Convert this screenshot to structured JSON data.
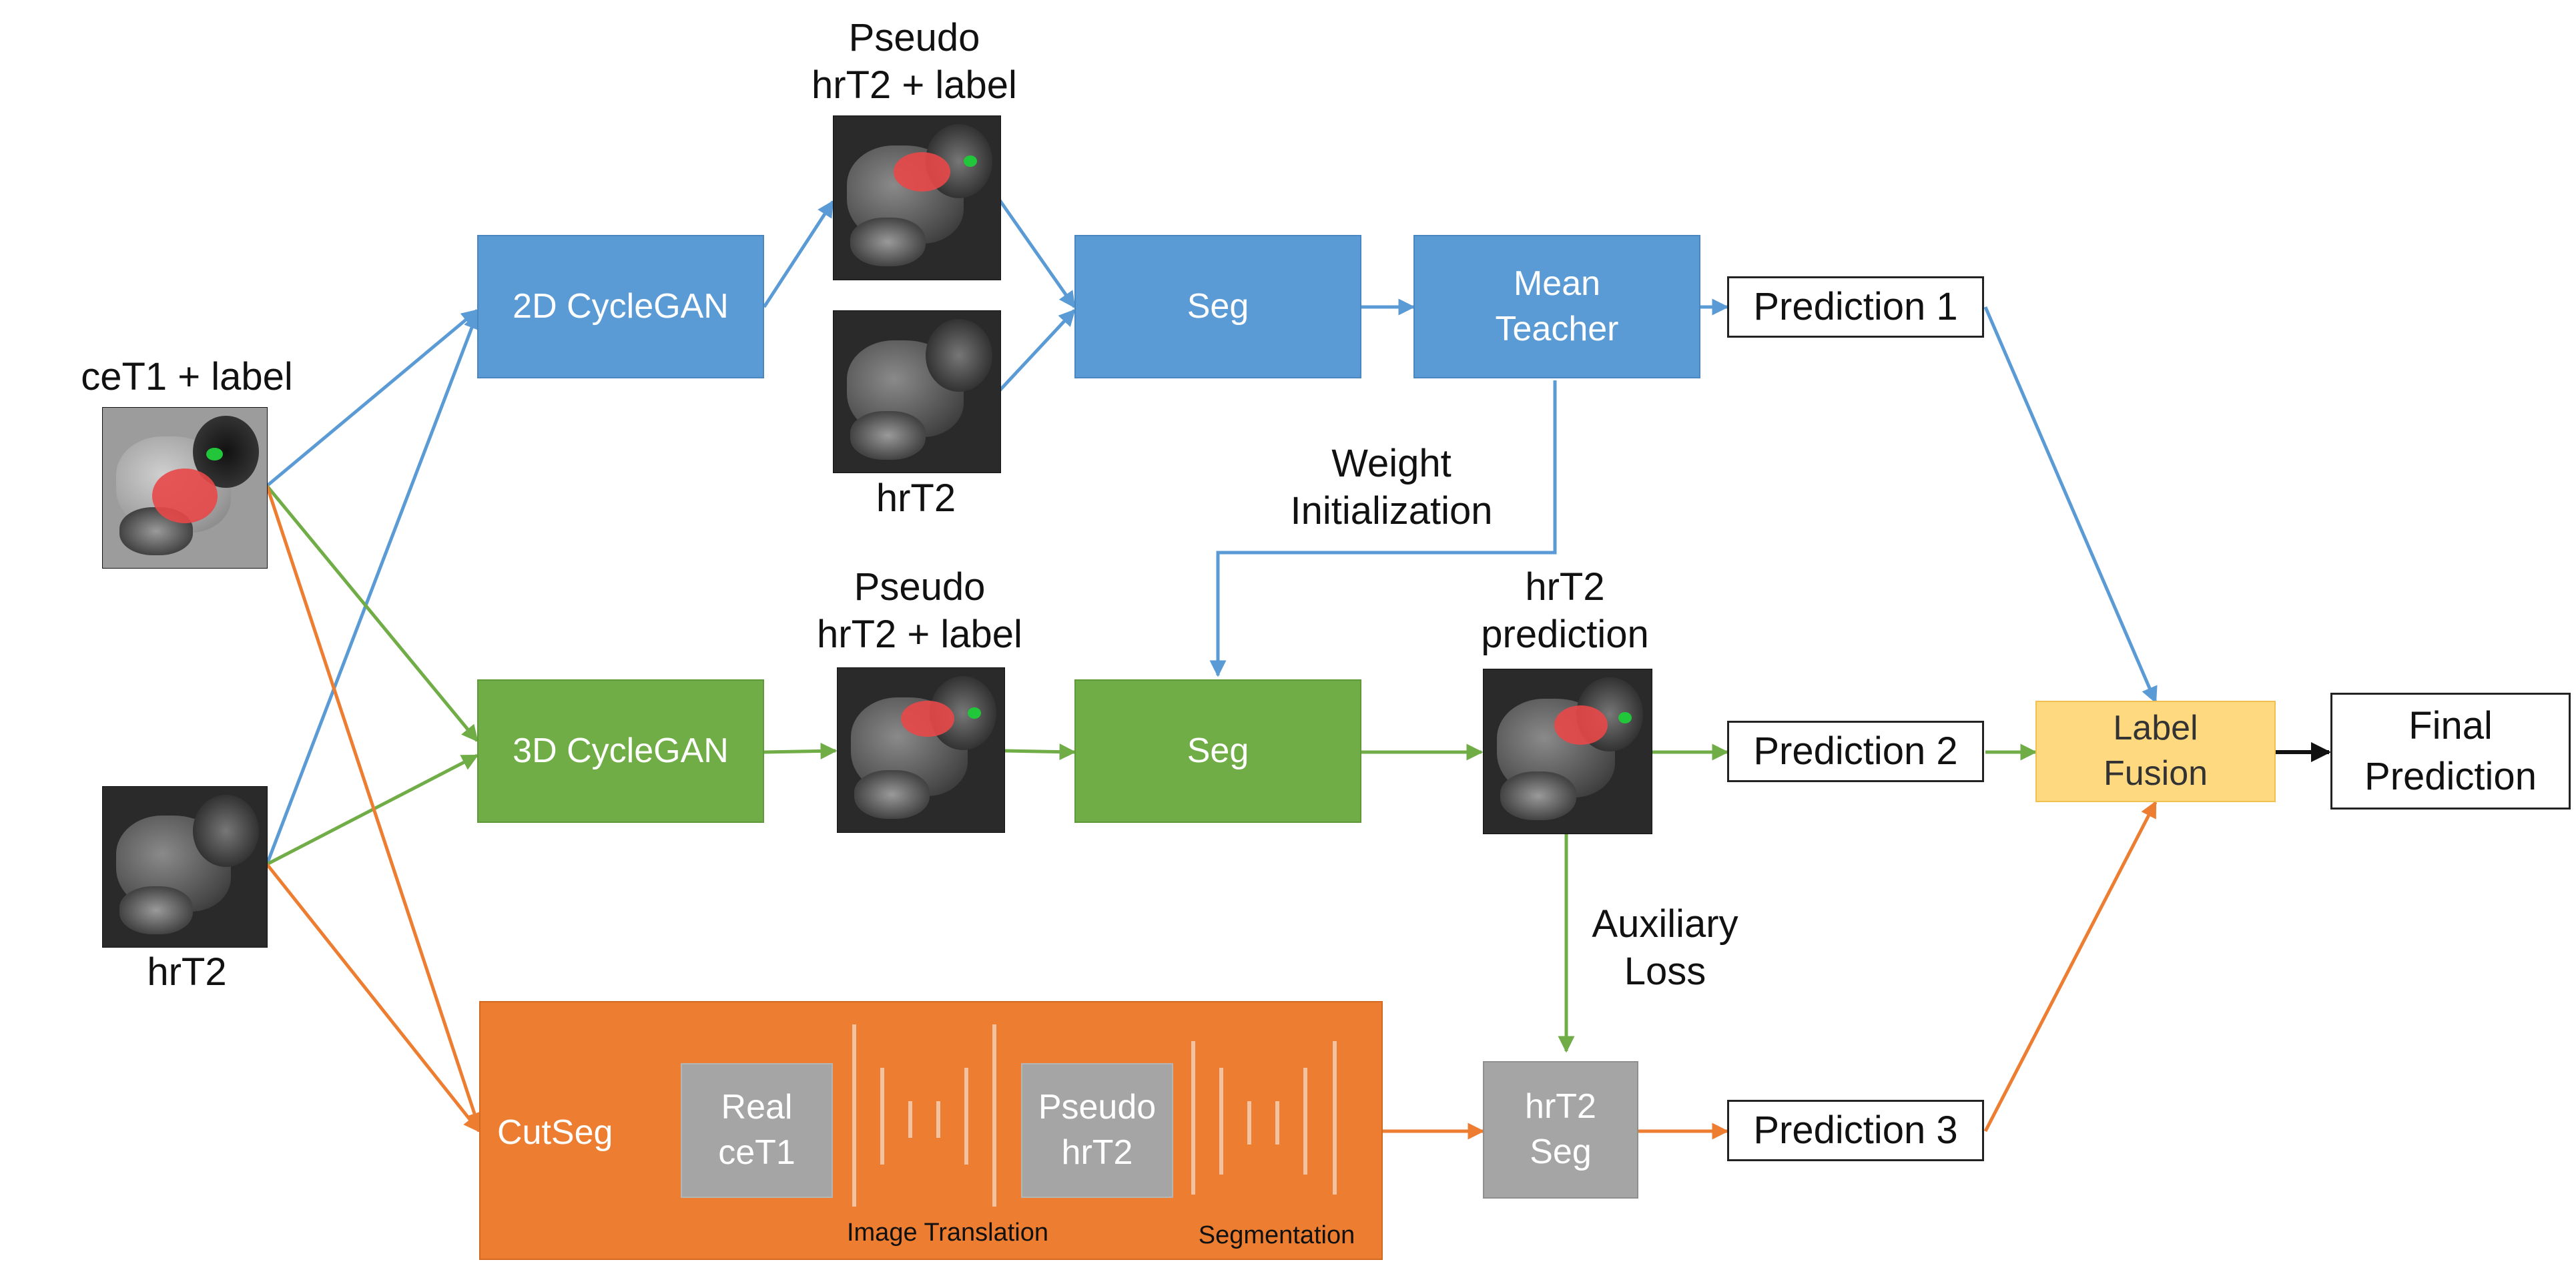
{
  "inputs": {
    "cet1_label": "ceT1 + label",
    "hrt2_label": "hrT2"
  },
  "branch_blue": {
    "cyclegan": "2D CycleGAN",
    "pseudo_caption_line1": "Pseudo",
    "pseudo_caption_line2": "hrT2 + label",
    "hrt2_caption": "hrT2",
    "seg": "Seg",
    "mean_teacher_line1": "Mean",
    "mean_teacher_line2": "Teacher",
    "prediction": "Prediction 1"
  },
  "weight_init": {
    "line1": "Weight",
    "line2": "Initialization"
  },
  "branch_green": {
    "cyclegan": "3D CycleGAN",
    "pseudo_caption_line1": "Pseudo",
    "pseudo_caption_line2": "hrT2 + label",
    "seg": "Seg",
    "pred_caption_line1": "hrT2",
    "pred_caption_line2": "prediction",
    "prediction": "Prediction 2"
  },
  "aux_loss": {
    "line1": "Auxiliary",
    "line2": "Loss"
  },
  "branch_orange": {
    "cutseg": "CutSeg",
    "real_line1": "Real",
    "real_line2": "ceT1",
    "pseudo_line1": "Pseudo",
    "pseudo_line2": "hrT2",
    "image_translation": "Image Translation",
    "segmentation": "Segmentation",
    "hrt2_seg_line1": "hrT2",
    "hrt2_seg_line2": "Seg",
    "prediction": "Prediction 3"
  },
  "fusion": {
    "line1": "Label",
    "line2": "Fusion"
  },
  "final": {
    "line1": "Final",
    "line2": "Prediction"
  },
  "colors": {
    "blue": "#5b9bd5",
    "green": "#70ad47",
    "orange": "#ed7d31",
    "gray": "#a5a5a5",
    "fusion": "#ffd980",
    "black": "#111111"
  }
}
